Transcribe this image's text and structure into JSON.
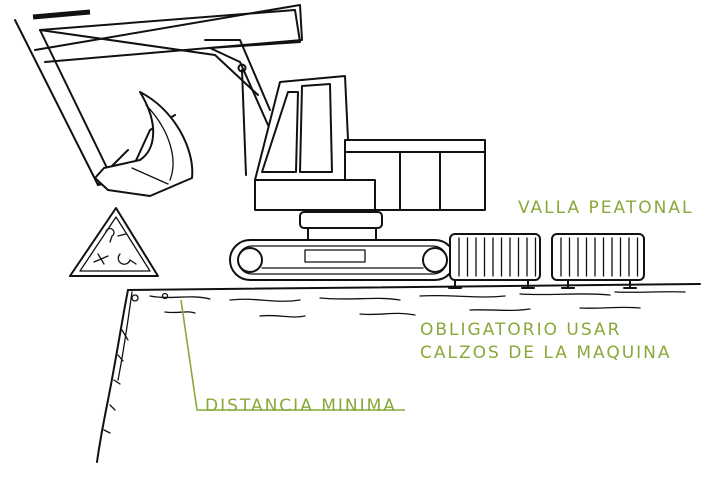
{
  "labels": {
    "fence": "VALLA PEATONAL",
    "wheel_chocks_line1": "OBLIGATORIO USAR",
    "wheel_chocks_line2": "CALZOS DE LA MAQUINA",
    "min_distance": "DISTANCIA MINIMA"
  },
  "colors": {
    "label_text": "#8aa83a",
    "drawing_ink": "#111111",
    "background": "#ffffff"
  },
  "icons": {
    "warning_sign": "warning-triangle-icon"
  }
}
